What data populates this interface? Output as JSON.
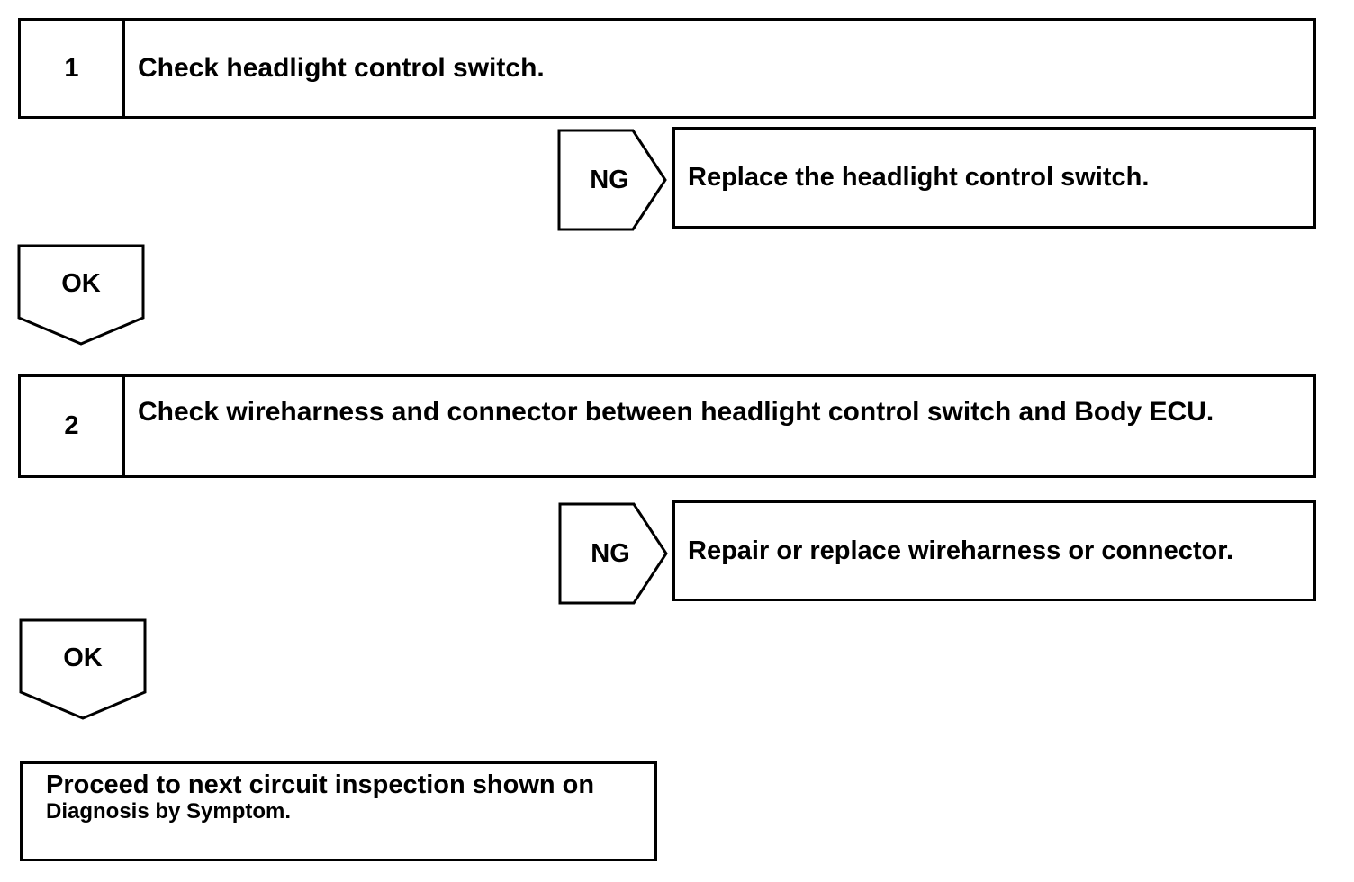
{
  "steps": [
    {
      "number": "1",
      "text": "Check headlight control switch.",
      "ng_label": "NG",
      "ng_action": "Replace the headlight control switch.",
      "ok_label": "OK"
    },
    {
      "number": "2",
      "text": "Check wireharness and connector between headlight control switch and Body ECU.",
      "ng_label": "NG",
      "ng_action": "Repair or replace wireharness or connector.",
      "ok_label": "OK"
    }
  ],
  "final": {
    "line1": "Proceed to next circuit inspection shown on",
    "line2": "Diagnosis by Symptom."
  }
}
